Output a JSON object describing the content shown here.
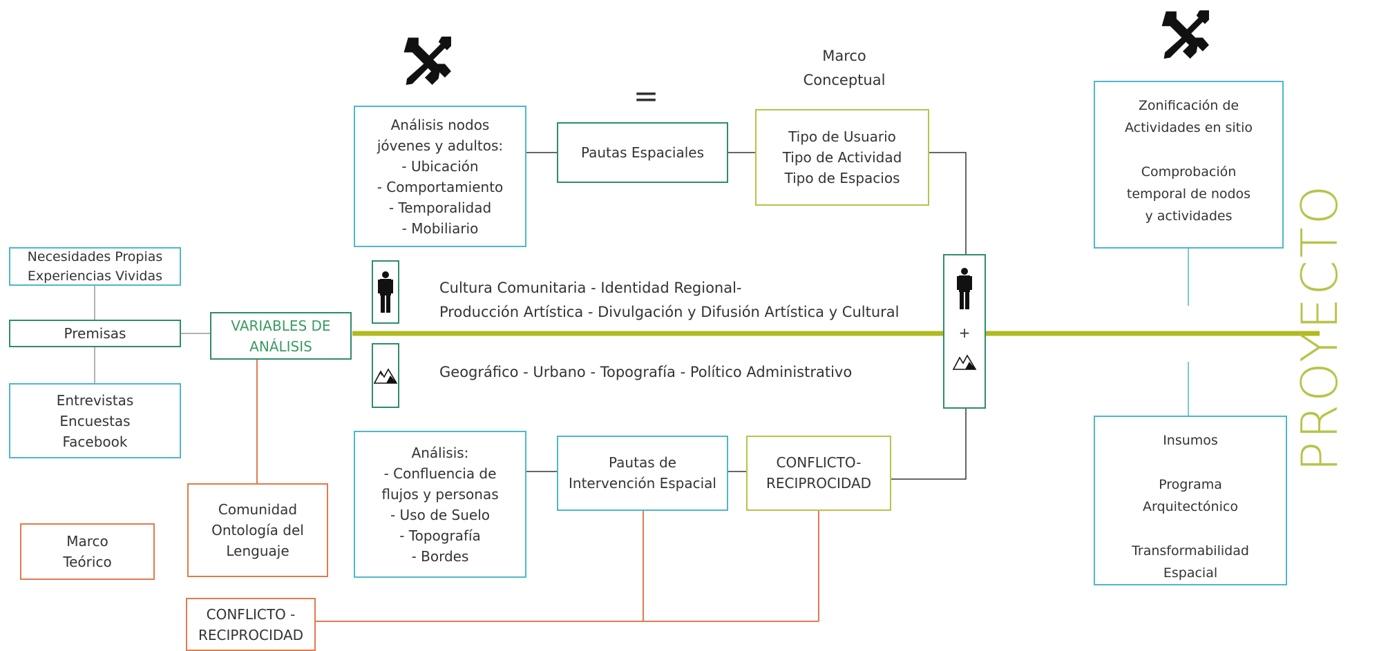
{
  "colors": {
    "main_line": "#b1ba1e",
    "teal": "#4cb8c9",
    "green": "#2e8b6e",
    "olive": "#b8c34a",
    "orange": "#e07a4d",
    "text": "#333333"
  },
  "icons": {
    "tools_left": "wrench-screwdriver-icon",
    "tools_right": "wrench-screwdriver-icon",
    "person": "person-icon",
    "mountain": "mountain-icon"
  },
  "equals_sign": "=",
  "plus_sign": "+",
  "marco_conceptual": "Marco\nConceptual",
  "marco_teorico": "Marco\nTeórico",
  "proyecto": "PROYECTO",
  "left": {
    "necesidades": "Necesidades Propias\nExperiencias Vividas",
    "premisas": "Premisas",
    "entrevistas": "Entrevistas\nEncuestas\nFacebook",
    "variables": "VARIABLES DE\nANÁLISIS",
    "comunidad": "Comunidad\nOntología del\nLenguaje"
  },
  "top": {
    "analisis_nodos": "Análisis nodos\njóvenes y adultos:\n- Ubicación\n- Comportamiento\n- Temporalidad\n- Mobiliario",
    "pautas_espaciales": "Pautas Espaciales",
    "tipos": "Tipo de Usuario\nTipo de Actividad\nTipo de Espacios"
  },
  "middle": {
    "cultura": "Cultura Comunitaria - Identidad Regional-\nProducción Artística - Divulgación y Difusión Artística y Cultural",
    "geografico": "Geográfico - Urbano - Topografía - Político Administrativo"
  },
  "bottom": {
    "analisis": "Análisis:\n- Confluencia de\nflujos y personas\n- Uso de Suelo\n- Topografía\n- Bordes",
    "pautas_intervencion": "Pautas de\nIntervención Espacial",
    "conflicto_1": "CONFLICTO-\nRECIPROCIDAD",
    "conflicto_2": "CONFLICTO -\nRECIPROCIDAD"
  },
  "right": {
    "zonificacion": "Zonificación de\nActividades en sitio\n\nComprobación\ntemporal de nodos\ny actividades",
    "insumos": "Insumos\n\nPrograma\nArquitectónico\n\nTransformabilidad\nEspacial"
  }
}
